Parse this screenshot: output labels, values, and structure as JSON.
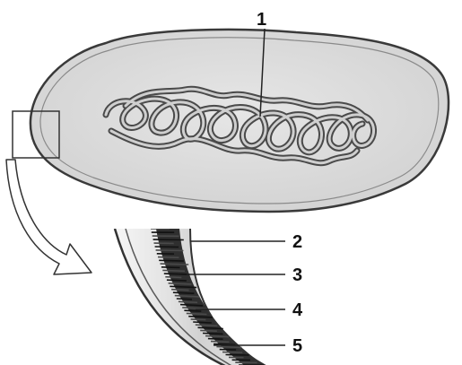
{
  "labels": {
    "l1": "1",
    "l2": "2",
    "l3": "3",
    "l4": "4",
    "l5": "5"
  },
  "colors": {
    "background": "#ffffff",
    "cell_fill": "#dedede",
    "outline": "#3a3a3a",
    "dna_strand": "#4a4a4a",
    "dna_highlight": "#c8c8c8",
    "wall_dark": "#2a2a2a",
    "wall_light": "#f3f3f3",
    "arrow_fill": "#ffffff",
    "leader_line": "#222222"
  },
  "icons": {
    "arrow": "curved-arrow-icon"
  }
}
